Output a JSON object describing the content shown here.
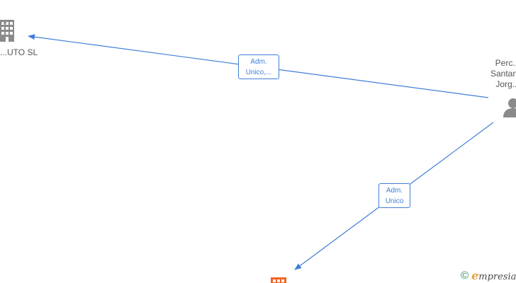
{
  "nodes": {
    "company_top_left": {
      "label": "...UTO SL",
      "label_fragment_above": "... ",
      "icon": "building-icon",
      "color": "#8a8a8a"
    },
    "person_right": {
      "label": "Perc...\nSantan...\nJorg...",
      "icon": "person-icon",
      "color": "#8a8a8a"
    },
    "company_bottom": {
      "label": "",
      "icon": "building-icon",
      "color": "#f26522"
    }
  },
  "edges": [
    {
      "from": "person_right",
      "to": "company_top_left",
      "label": "Adm.\nUnico,..."
    },
    {
      "from": "person_right",
      "to": "company_bottom",
      "label": "Adm.\nUnico"
    }
  ],
  "colors": {
    "edge": "#3f7ed8",
    "node_gray": "#8a8a8a",
    "node_orange": "#f26522"
  },
  "watermark": {
    "symbol": "©",
    "brand_initial": "e",
    "brand_rest": "mpresia"
  }
}
